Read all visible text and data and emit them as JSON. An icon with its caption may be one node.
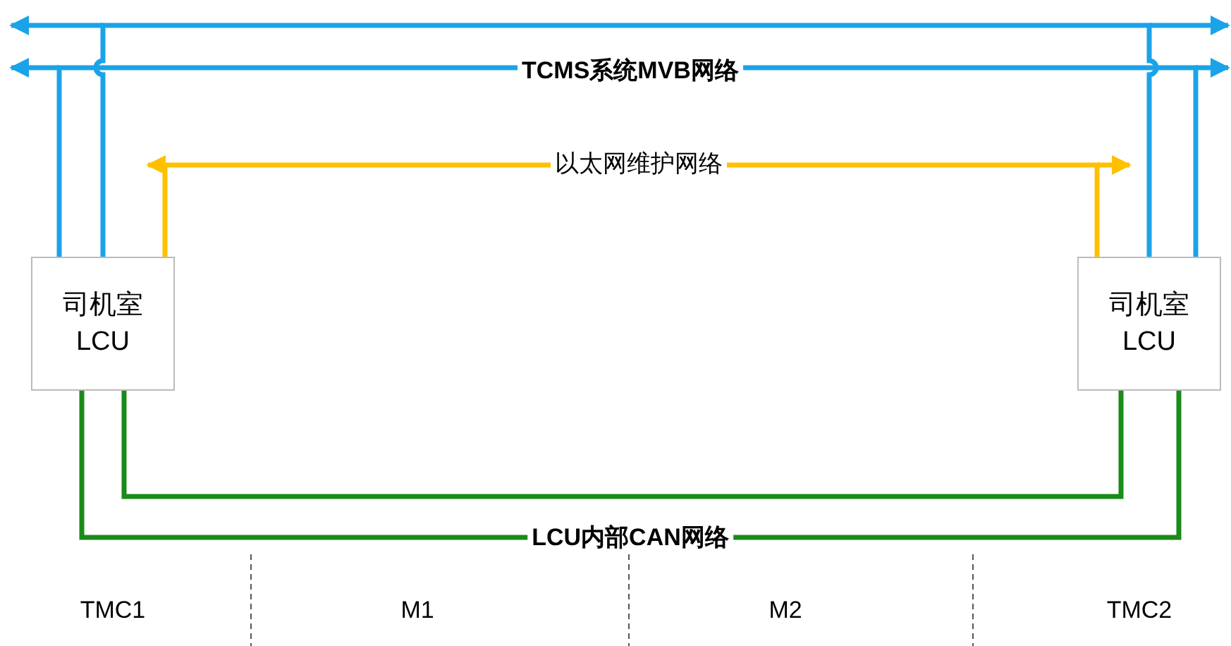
{
  "diagram": {
    "nodes": [
      {
        "text": [
          "司机室 LCU"
        ]
      },
      {
        "text": [
          "司机室 LCU"
        ]
      }
    ],
    "edges": [
      {
        "from": 0,
        "to": 1,
        "arrow": "none",
        "color": "#1aa3e8"
      },
      {
        "from": 0,
        "to": 1,
        "arrow": "none",
        "label": "TCMS系统MVB网络",
        "color": "#1aa3e8"
      },
      {
        "from": 0,
        "to": 1,
        "arrow": "none",
        "label": "以太网维护网络",
        "color": "#ffc000"
      },
      {
        "from": 0,
        "to": 1,
        "arrow": "none",
        "color": "#1a8a1a"
      },
      {
        "from": 0,
        "to": 1,
        "arrow": "none",
        "label": "LCU内部CAN网络",
        "color": "#1a8a1a"
      }
    ],
    "labels": [
      "TMC1",
      "M1",
      "M2",
      "TMC2"
    ]
  }
}
